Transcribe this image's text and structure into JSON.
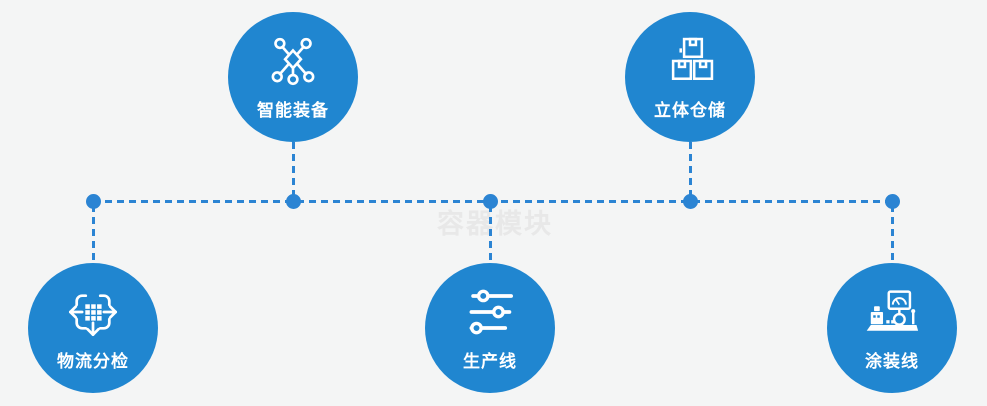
{
  "diagram": {
    "watermark": "容器模块",
    "colors": {
      "background": "#f4f5f5",
      "node_blue": "#2086d0",
      "line_blue": "#2b84d3",
      "label_white": "#ffffff",
      "watermark_gray": "#e8e8e8"
    },
    "connector": {
      "style": "dashed",
      "junction_dots": 5
    },
    "nodes": [
      {
        "label": "智能装备",
        "icon": "molecule-network-icon",
        "position": "top-left"
      },
      {
        "label": "立体仓储",
        "icon": "stacked-boxes-icon",
        "position": "top-right"
      },
      {
        "label": "物流分检",
        "icon": "move-arrows-grid-icon",
        "position": "bottom-left"
      },
      {
        "label": "生产线",
        "icon": "sliders-icon",
        "position": "bottom-center"
      },
      {
        "label": "涂装线",
        "icon": "machine-monitor-icon",
        "position": "bottom-right"
      }
    ]
  }
}
